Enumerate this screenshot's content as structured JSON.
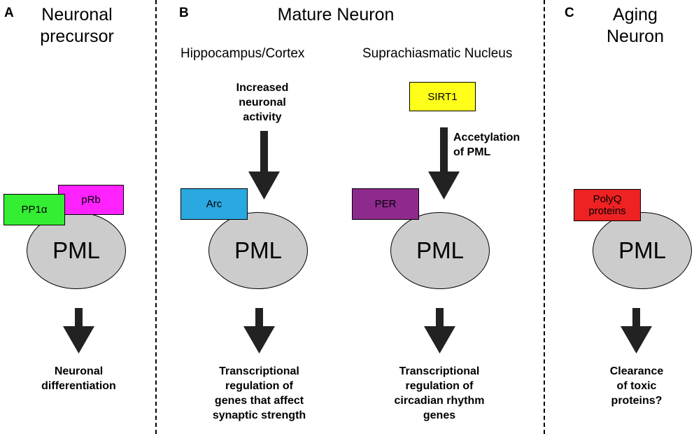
{
  "panels": {
    "a": {
      "letter": "A",
      "title_line1": "Neuronal",
      "title_line2": "precursor",
      "ellipse_label": "PML",
      "box_pp1a": "PP1α",
      "box_prb": "pRb",
      "outcome_line1": "Neuronal",
      "outcome_line2": "differentiation"
    },
    "b": {
      "letter": "B",
      "title": "Mature Neuron",
      "left": {
        "subtitle": "Hippocampus/Cortex",
        "input_line1": "Increased",
        "input_line2": "neuronal",
        "input_line3": "activity",
        "box_arc": "Arc",
        "ellipse_label": "PML",
        "outcome_line1": "Transcriptional",
        "outcome_line2": "regulation of",
        "outcome_line3": "genes that affect",
        "outcome_line4": "synaptic strength"
      },
      "right": {
        "subtitle": "Suprachiasmatic Nucleus",
        "box_sirt1": "SIRT1",
        "annotation_line1": "Accetylation",
        "annotation_line2": "of PML",
        "box_per": "PER",
        "ellipse_label": "PML",
        "outcome_line1": "Transcriptional",
        "outcome_line2": "regulation of",
        "outcome_line3": "circadian rhythm",
        "outcome_line4": "genes"
      }
    },
    "c": {
      "letter": "C",
      "title_line1": "Aging",
      "title_line2": "Neuron",
      "box_polyq_line1": "PolyQ",
      "box_polyq_line2": "proteins",
      "ellipse_label": "PML",
      "outcome_line1": "Clearance",
      "outcome_line2": "of toxic",
      "outcome_line3": "proteins?"
    }
  },
  "colors": {
    "pml_fill": "#cccccc",
    "pp1a": "#33ee33",
    "prb": "#ff22ff",
    "arc": "#2aa8e0",
    "sirt1": "#ffff1a",
    "per": "#8e2a8e",
    "polyq": "#ee2222"
  }
}
